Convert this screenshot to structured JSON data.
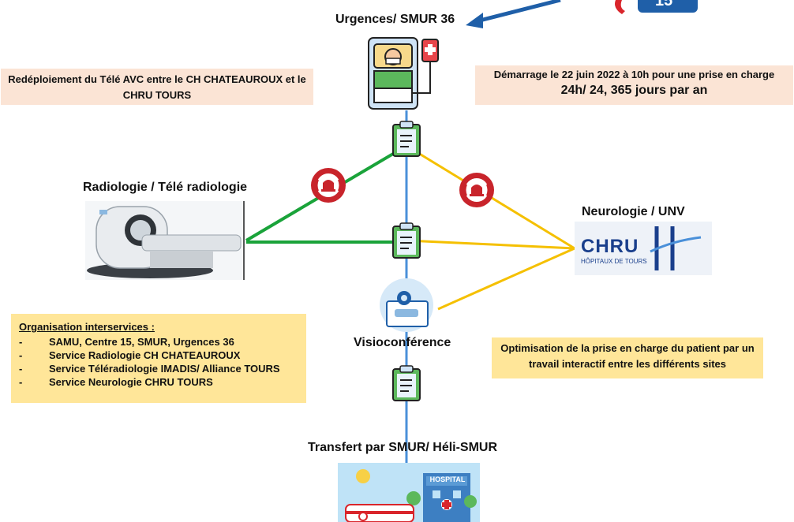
{
  "nodes": {
    "urgences": "Urgences/ SMUR 36",
    "radiologie": "Radiologie / Télé radiologie",
    "neurologie": "Neurologie / UNV",
    "visio": "Visioconférence",
    "transfert": "Transfert par SMUR/ Héli-SMUR"
  },
  "notes": {
    "redeploiement": "Redéploiement du Télé AVC entre le CH CHATEAUROUX et le CHRU TOURS",
    "demarrage_line1": "Démarrage le 22 juin 2022 à 10h pour une prise en charge",
    "demarrage_line2": "24h/ 24, 365 jours par an",
    "optimisation": "Optimisation de la prise en charge du patient par un travail interactif entre les différents sites"
  },
  "organisation": {
    "title": "Organisation interservices :",
    "items": [
      "SAMU, Centre 15, SMUR, Urgences 36",
      "Service Radiologie  CH CHATEAUROUX",
      "Service Téléradiologie  IMADIS/ Alliance TOURS",
      "Service Neurologie  CHRU TOURS"
    ]
  },
  "logos": {
    "chru_text": "CHRU",
    "chru_sub": "HÔPITAUX DE TOURS",
    "hospital_sign": "HOSPITAL",
    "badge_text": "15"
  },
  "colors": {
    "green": "#1aa33a",
    "yellow": "#f5c000",
    "blue": "#4a90d9",
    "alarm": "#c8242b",
    "chru_blue": "#1a3f8c"
  }
}
